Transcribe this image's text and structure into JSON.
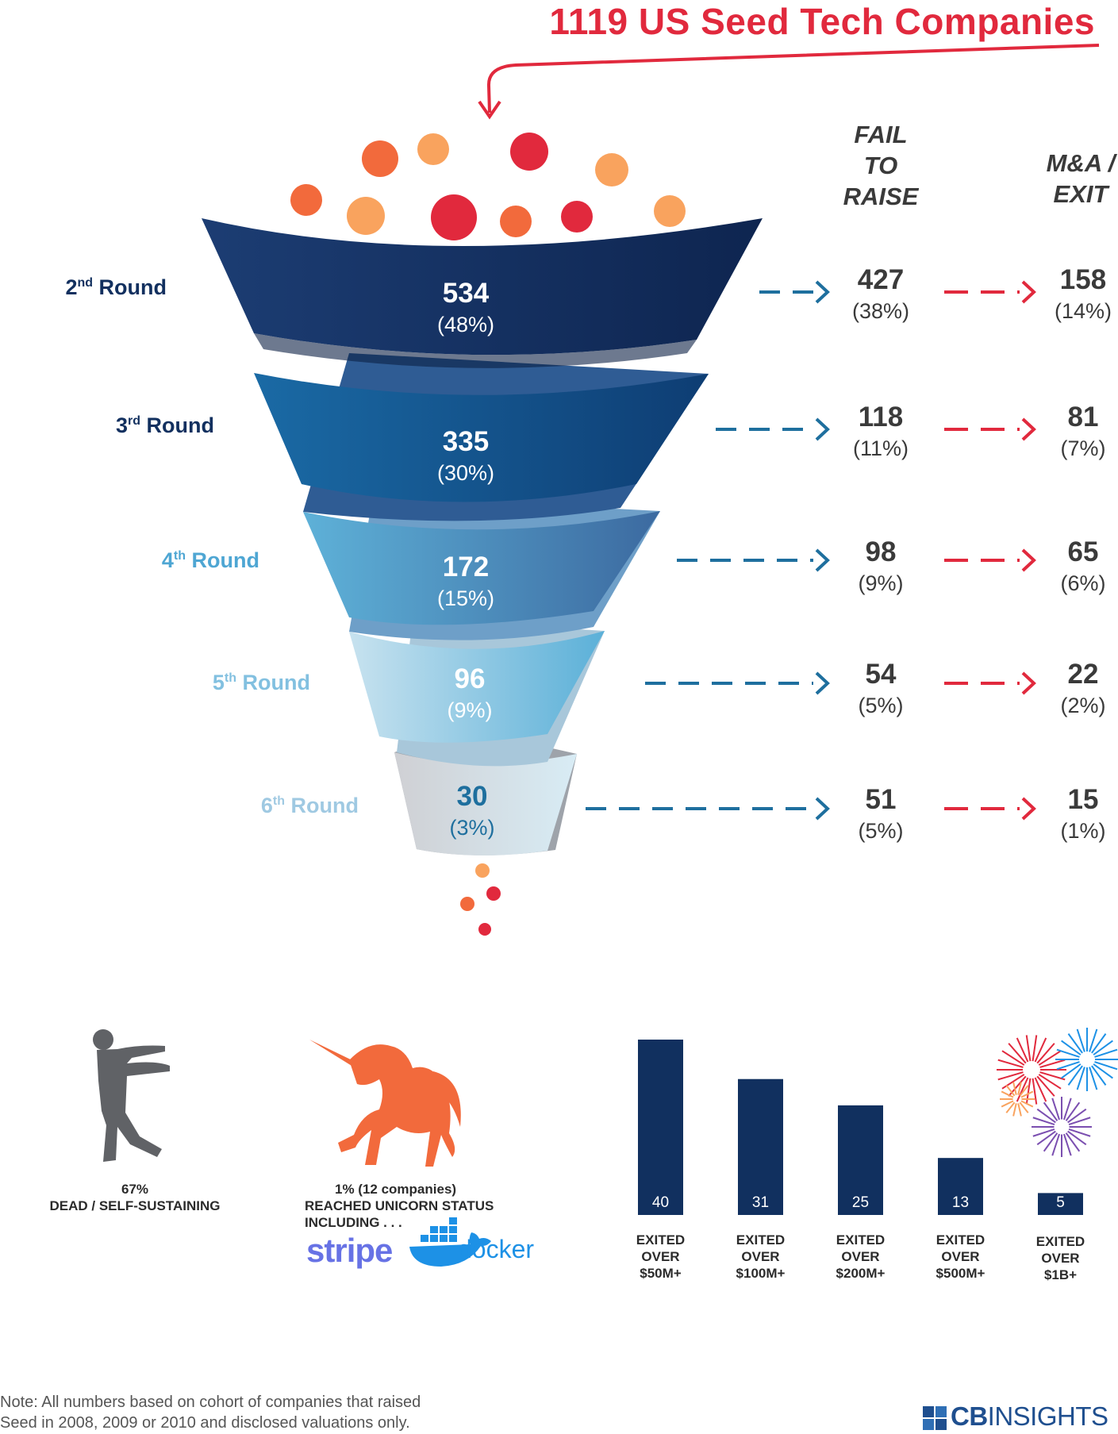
{
  "title": "1119 US Seed Tech Companies",
  "columns": {
    "fail": "FAIL\nTO\nRAISE",
    "exit": "M&A /\nEXIT"
  },
  "chart_data": {
    "type": "funnel",
    "title": "1119 US Seed Tech Companies",
    "stages": [
      {
        "ord": "2",
        "sup": "nd",
        "word": "Round",
        "value": 534,
        "pct": "(48%)",
        "fail": 427,
        "fail_pct": "(38%)",
        "exit": 158,
        "exit_pct": "(14%)"
      },
      {
        "ord": "3",
        "sup": "rd",
        "word": "Round",
        "value": 335,
        "pct": "(30%)",
        "fail": 118,
        "fail_pct": "(11%)",
        "exit": 81,
        "exit_pct": "(7%)"
      },
      {
        "ord": "4",
        "sup": "th",
        "word": "Round",
        "value": 172,
        "pct": "(15%)",
        "fail": 98,
        "fail_pct": "(9%)",
        "exit": 65,
        "exit_pct": "(6%)"
      },
      {
        "ord": "5",
        "sup": "th",
        "word": "Round",
        "value": 96,
        "pct": "(9%)",
        "fail": 54,
        "fail_pct": "(5%)",
        "exit": 22,
        "exit_pct": "(2%)"
      },
      {
        "ord": "6",
        "sup": "th",
        "word": "Round",
        "value": 30,
        "pct": "(3%)",
        "fail": 51,
        "fail_pct": "(5%)",
        "exit": 15,
        "exit_pct": "(1%)"
      }
    ],
    "exits_bar": {
      "type": "bar",
      "categories": [
        "EXITED\nOVER\n$50M+",
        "EXITED\nOVER\n$100M+",
        "EXITED\nOVER\n$200M+",
        "EXITED\nOVER\n$500M+",
        "EXITED\nOVER\n$1B+"
      ],
      "values": [
        40,
        31,
        25,
        13,
        5
      ],
      "ylim": [
        0,
        40
      ],
      "color": "#11305f"
    }
  },
  "colors": {
    "accent_red": "#e1293d",
    "navy": "#11305f",
    "blue_arrow": "#1e6f9e",
    "unicorn": "#f26a3c",
    "stripe": "#6772e5",
    "docker": "#1d91e6",
    "cb_blue": "#1f4f8f"
  },
  "stats": {
    "dead_pct": "67%",
    "dead_label": "DEAD / SELF-SUSTAINING",
    "unicorn_line1": "1%  (12 companies)",
    "unicorn_line2": "REACHED UNICORN STATUS",
    "unicorn_line3": "INCLUDING . . ."
  },
  "logos": {
    "stripe": "stripe",
    "docker": "docker",
    "cb_bold": "CB",
    "cb_light": "INSIGHTS"
  },
  "icons": [
    "zombie-icon",
    "unicorn-icon",
    "fireworks-icon",
    "docker-whale-icon",
    "cb-logo-icon"
  ],
  "note_line1": "Note: All numbers based on cohort of companies that raised",
  "note_line2": "Seed in 2008, 2009 or 2010 and disclosed valuations only."
}
